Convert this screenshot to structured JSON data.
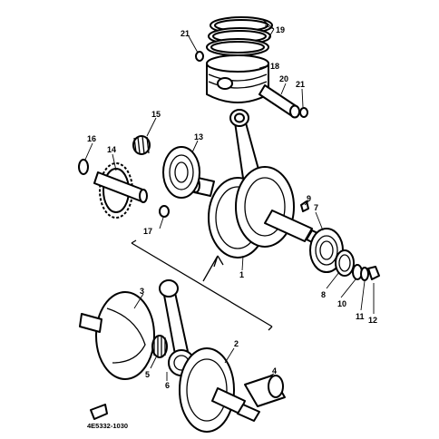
{
  "callouts": {
    "c1": "1",
    "c2": "2",
    "c3": "3",
    "c4": "4",
    "c5": "5",
    "c6": "6",
    "c7": "7",
    "c8": "8",
    "c9": "9",
    "c10": "10",
    "c11": "11",
    "c12": "12",
    "c13": "13",
    "c14": "14",
    "c15": "15",
    "c16": "16",
    "c17": "17",
    "c18": "18",
    "c19": "19",
    "c20": "20",
    "c21a": "21",
    "c21b": "21"
  },
  "figure_code": "4E5332-1030"
}
